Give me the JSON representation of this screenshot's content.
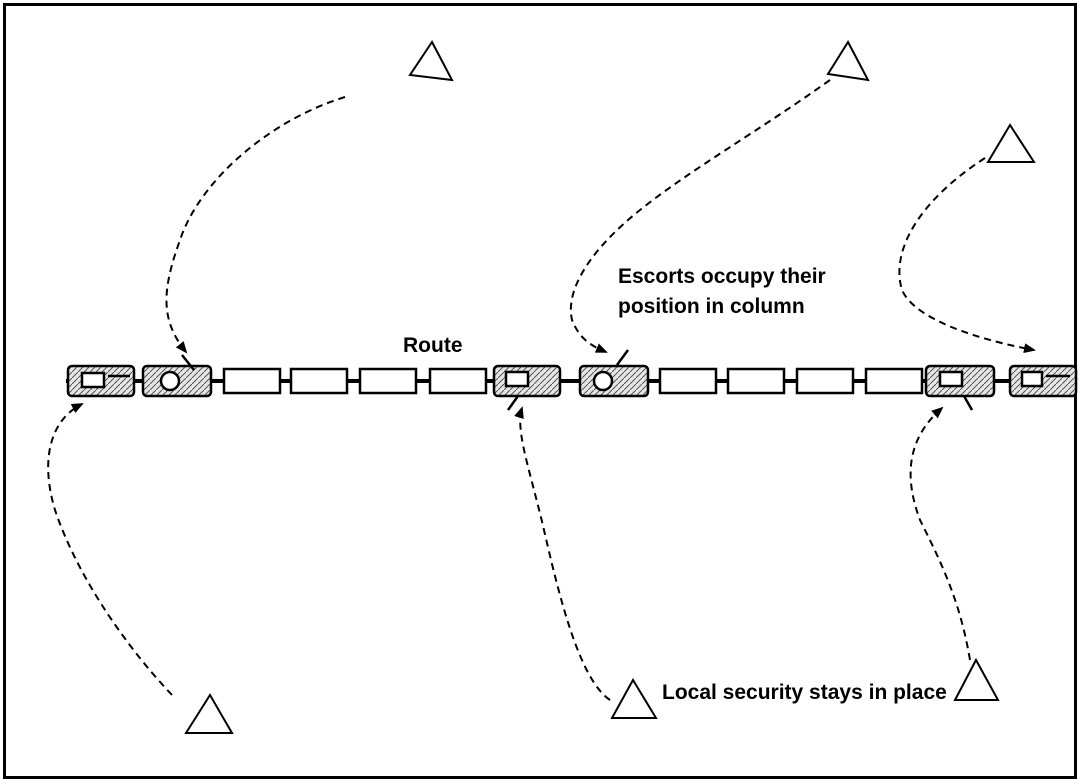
{
  "labels": {
    "route": "Route",
    "escorts_line1": "Escorts occupy their",
    "escorts_line2": "position in column",
    "local_security": "Local security stays in place"
  },
  "colors": {
    "ink": "#000000",
    "background": "#ffffff",
    "vehicle_fill": "#d8d8d8"
  },
  "icons": {
    "security_position": "triangle-outline-icon",
    "escort_vehicle": "armored-vehicle-icon",
    "convoy_vehicle": "truck-rectangle-icon"
  }
}
